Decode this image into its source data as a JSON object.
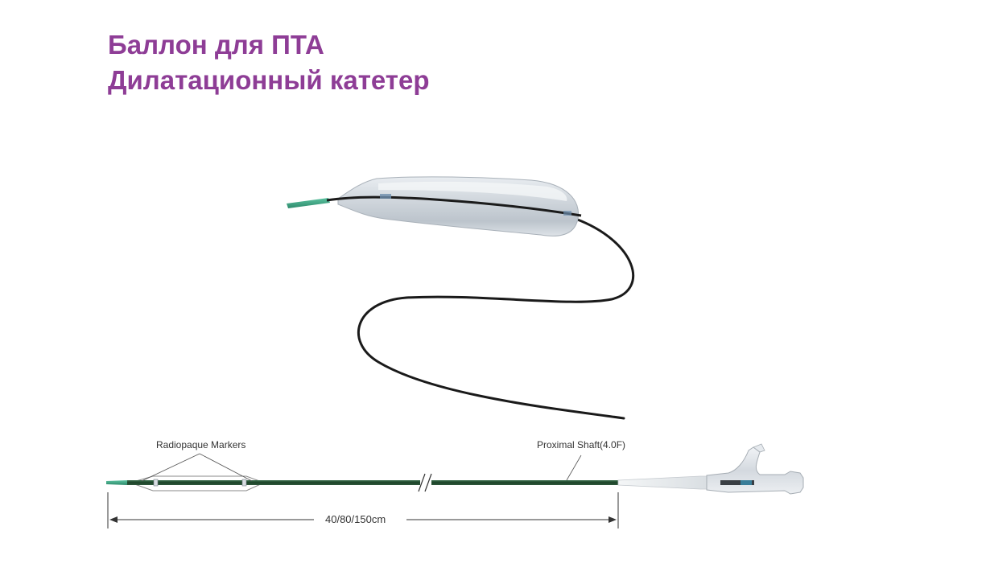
{
  "title": {
    "line1": "Баллон для ПТА",
    "line2": "Дилатационный катетер"
  },
  "labels": {
    "markers": "Radiopaque Markers",
    "shaft": "Proximal Shaft(4.0F)",
    "length": "40/80/150cm"
  },
  "colors": {
    "title": "#8e3d96",
    "shaft": "#1f4a2e",
    "tip": "#3aa383",
    "catheter_wire": "#1a1a1a",
    "balloon": "#c9d1d9"
  },
  "icons": {
    "balloon_catheter": "balloon-catheter-photo",
    "catheter_schematic": "catheter-schematic",
    "hub": "luer-hub-connector"
  }
}
